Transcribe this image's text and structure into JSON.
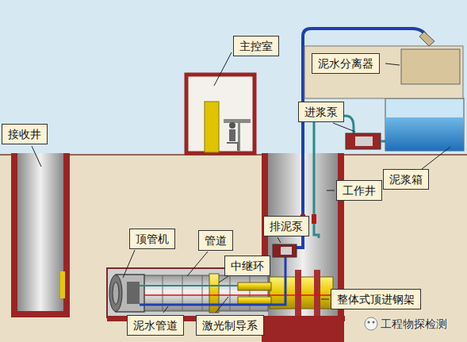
{
  "diagram": {
    "nodes": [
      {
        "text": [
          "主控室"
        ]
      },
      {
        "text": [
          "泥水分离器"
        ]
      },
      {
        "text": [
          "进浆泵"
        ]
      },
      {
        "text": [
          "接收井"
        ]
      },
      {
        "text": [
          "泥浆箱"
        ]
      },
      {
        "text": [
          "工作井"
        ]
      },
      {
        "text": [
          "排泥泵"
        ]
      },
      {
        "text": [
          "顶管机"
        ]
      },
      {
        "text": [
          "管道"
        ]
      },
      {
        "text": [
          "中继环"
        ]
      },
      {
        "text": [
          "整体式顶进钢架"
        ]
      },
      {
        "text": [
          "泥水管道"
        ]
      },
      {
        "text": [
          "激光制导系"
        ]
      }
    ],
    "labels": [
      "工程物探检测"
    ]
  }
}
